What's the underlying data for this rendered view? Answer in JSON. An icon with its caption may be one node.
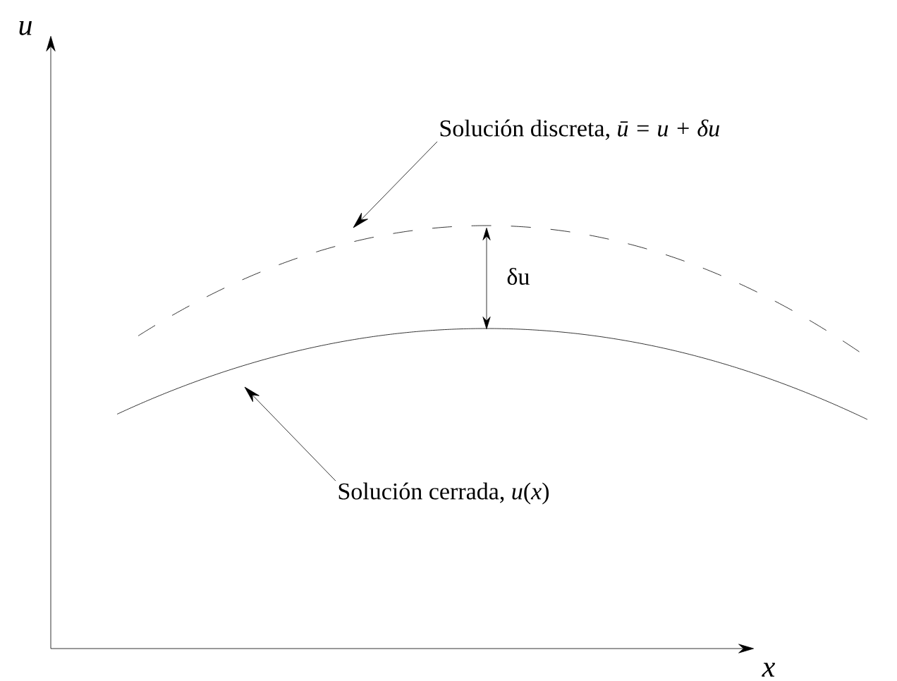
{
  "diagram": {
    "nodes": [
      {
        "text": [
          "Solución discreta, *ū = u + δu*"
        ]
      },
      {
        "text": [],
        "shape": "curve"
      },
      {
        "text": [],
        "shape": "curve"
      },
      {
        "text": [
          "Solución cerrada, *u*(*x*)"
        ]
      }
    ],
    "edges": [
      {
        "from": 0,
        "to": 1,
        "arrow": "to"
      },
      {
        "from": 3,
        "to": 2,
        "arrow": "to"
      },
      {
        "from": 1,
        "to": 2,
        "arrow": "both",
        "label": "δu"
      }
    ],
    "labels": [
      "u",
      "x"
    ]
  }
}
